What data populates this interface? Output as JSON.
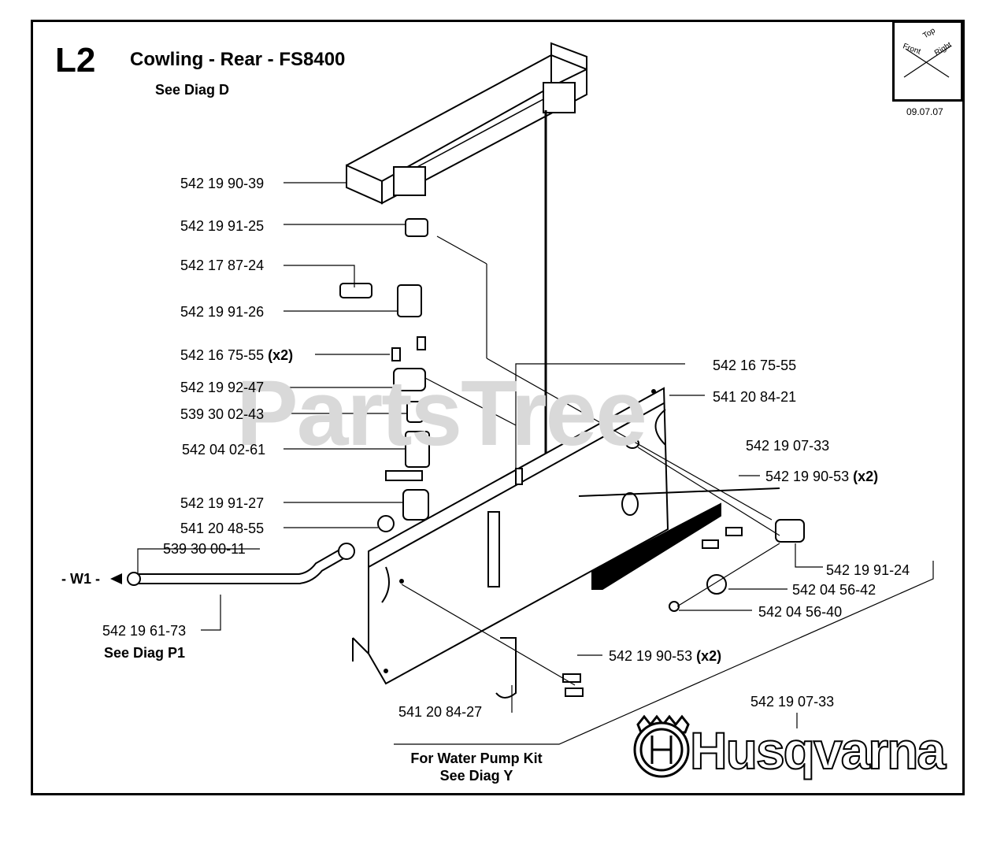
{
  "header": {
    "code": "L2",
    "title": "Cowling - Rear - FS8400",
    "see_diag": "See Diag D"
  },
  "date": "09.07.07",
  "orientation": {
    "top": "Top",
    "front": "Front",
    "right": "Right"
  },
  "watermark": "PartsTree",
  "brand": {
    "name": "Husqvarna",
    "logo_letter": "H"
  },
  "connector": "- W1 -",
  "parts": [
    {
      "id": "p1",
      "number": "542 19 90-39",
      "qty": ""
    },
    {
      "id": "p2",
      "number": "542 19 91-25",
      "qty": ""
    },
    {
      "id": "p3",
      "number": "542 17 87-24",
      "qty": ""
    },
    {
      "id": "p4",
      "number": "542 19 91-26",
      "qty": ""
    },
    {
      "id": "p5",
      "number": "542 16 75-55",
      "qty": "(x2)"
    },
    {
      "id": "p6",
      "number": "542 19 92-47",
      "qty": ""
    },
    {
      "id": "p7",
      "number": "539 30 02-43",
      "qty": ""
    },
    {
      "id": "p8",
      "number": "542 04 02-61",
      "qty": ""
    },
    {
      "id": "p9",
      "number": "542 19 91-27",
      "qty": ""
    },
    {
      "id": "p10",
      "number": "541 20 48-55",
      "qty": ""
    },
    {
      "id": "p11",
      "number": "539 30 00-11",
      "qty": ""
    },
    {
      "id": "p12",
      "number": "542 19 61-73",
      "qty": ""
    },
    {
      "id": "p13",
      "number": "542 16 75-55",
      "qty": ""
    },
    {
      "id": "p14",
      "number": "541 20 84-21",
      "qty": ""
    },
    {
      "id": "p15",
      "number": "542 19 07-33",
      "qty": ""
    },
    {
      "id": "p16",
      "number": "542 19 90-53",
      "qty": "(x2)"
    },
    {
      "id": "p17",
      "number": "542 19 91-24",
      "qty": ""
    },
    {
      "id": "p18",
      "number": "542 04 56-42",
      "qty": ""
    },
    {
      "id": "p19",
      "number": "542 04 56-40",
      "qty": ""
    },
    {
      "id": "p20",
      "number": "542 19 90-53",
      "qty": "(x2)"
    },
    {
      "id": "p21",
      "number": "541 20 84-27",
      "qty": ""
    },
    {
      "id": "p22",
      "number": "542 19 07-33",
      "qty": ""
    }
  ],
  "notes": {
    "hose": "See Diag P1",
    "pump_line1": "For Water Pump Kit",
    "pump_line2": "See Diag Y"
  }
}
